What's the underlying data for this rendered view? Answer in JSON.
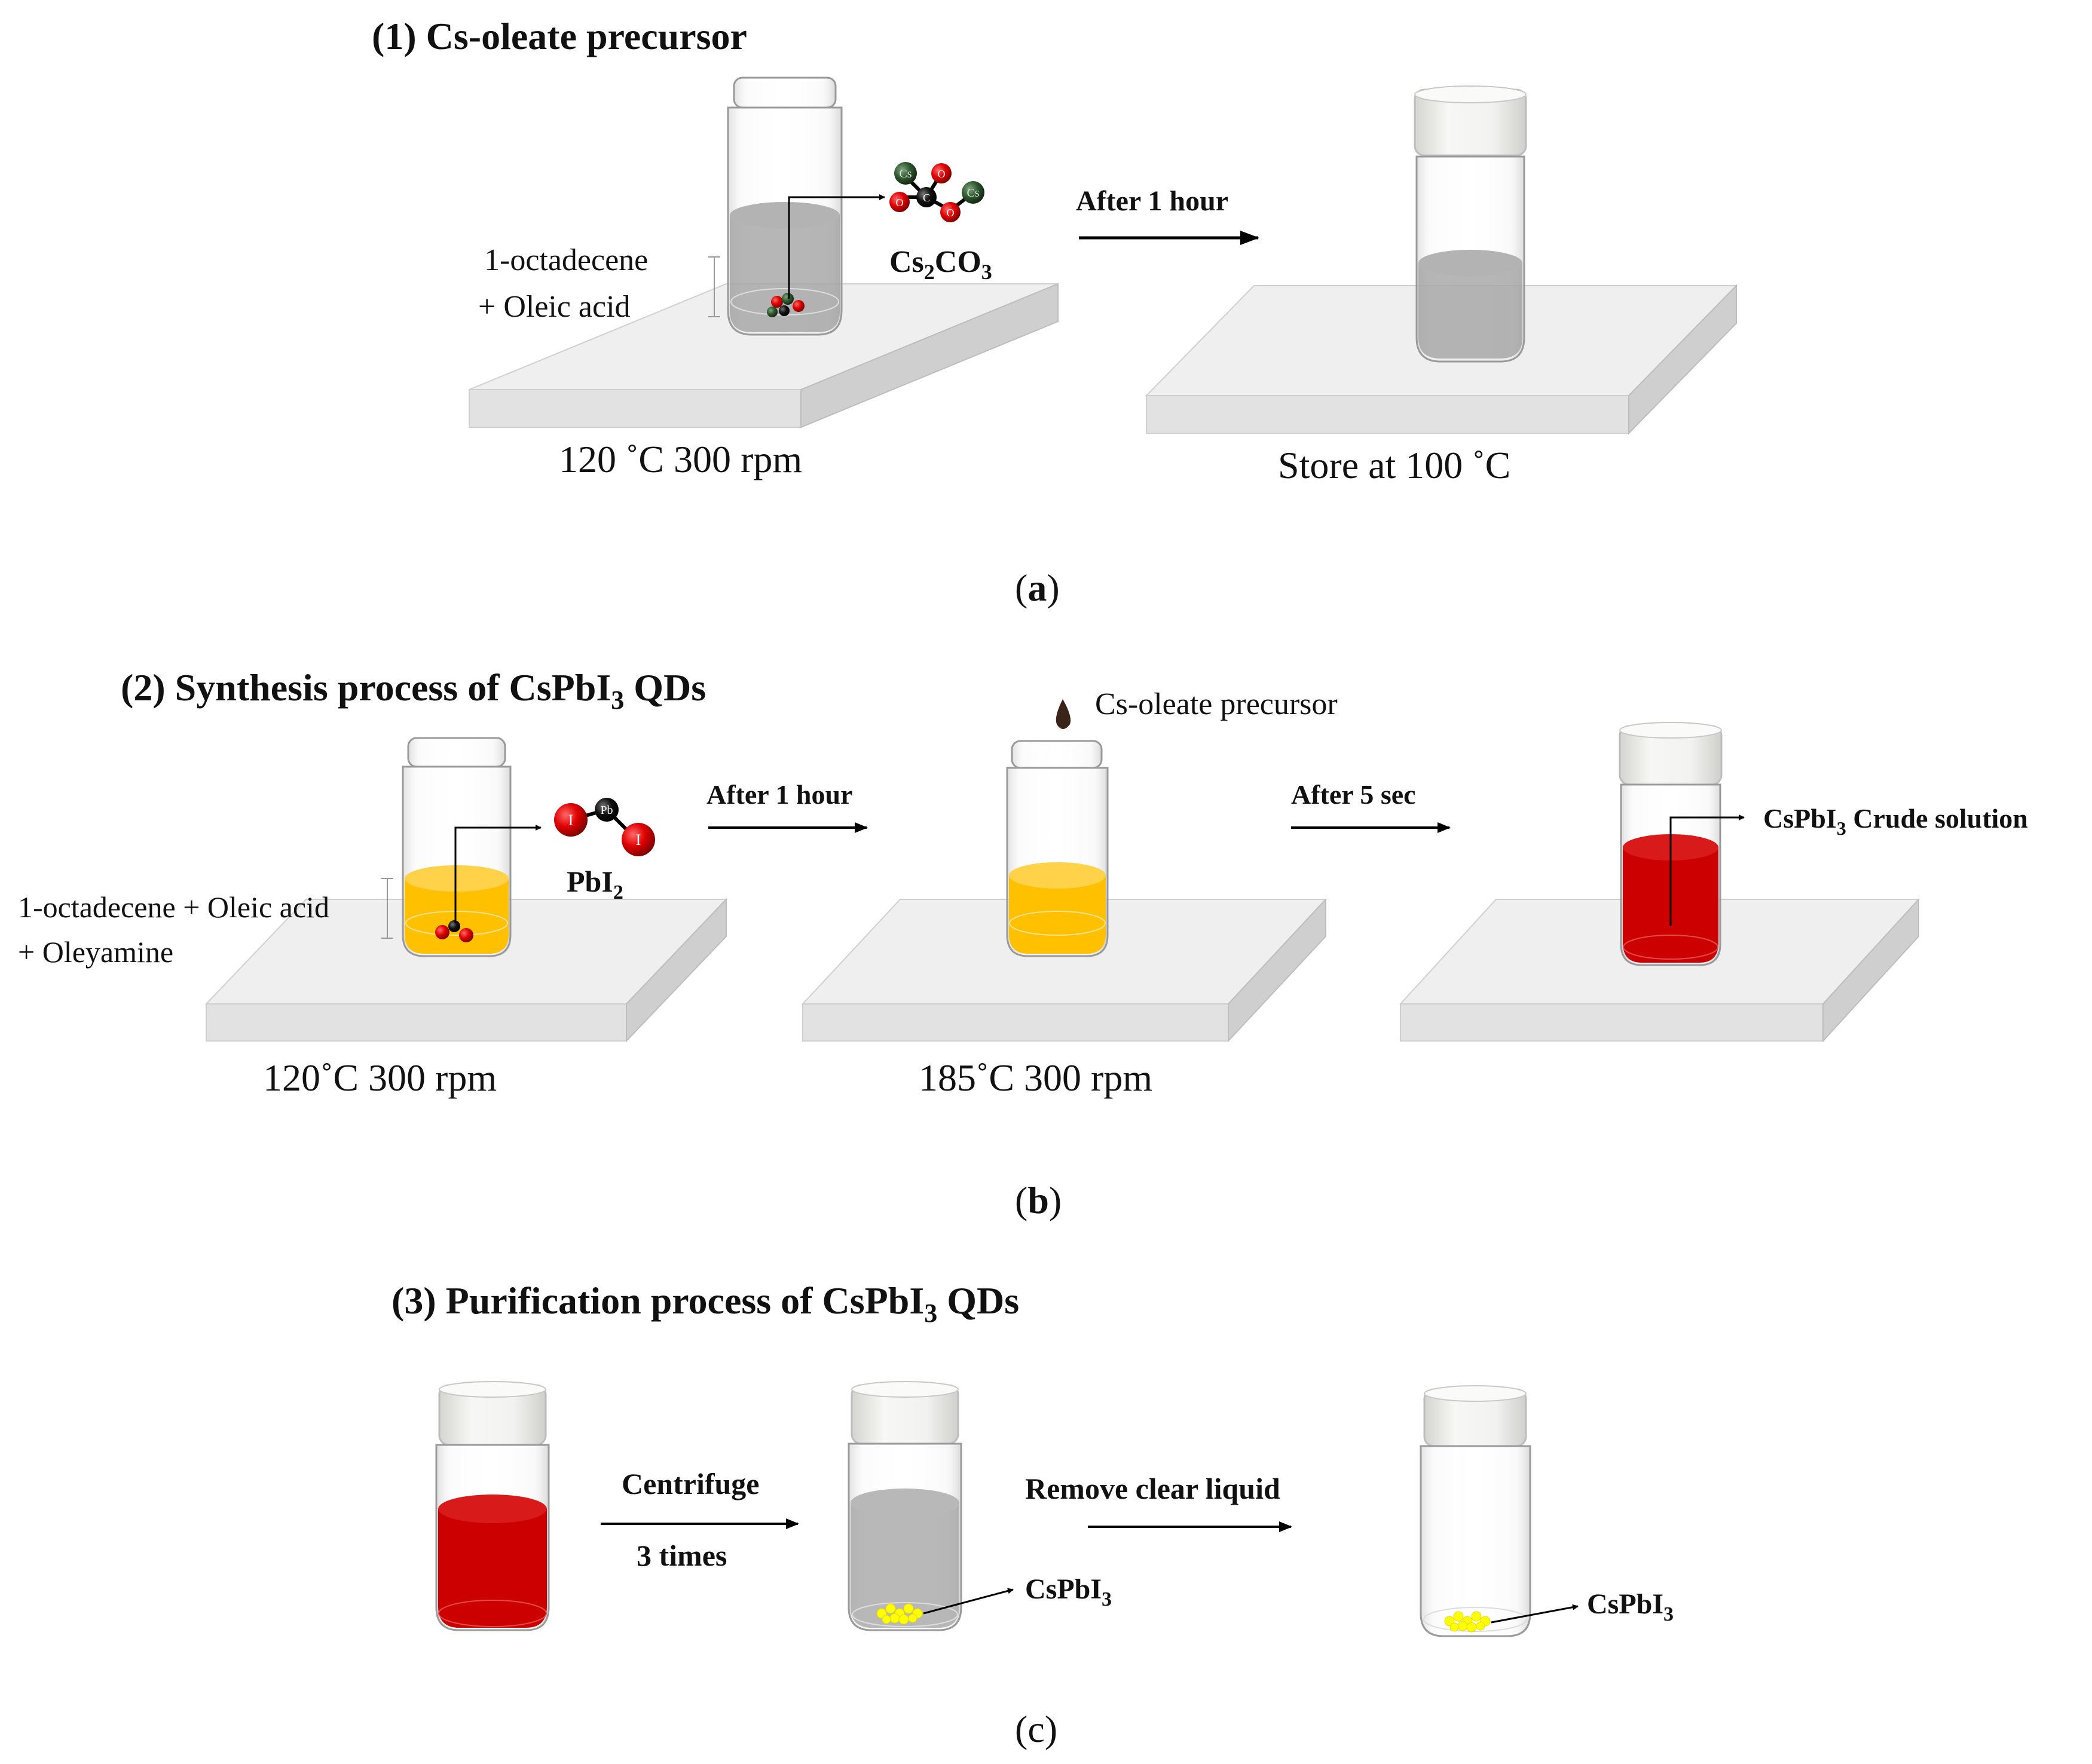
{
  "panel_a": {
    "title": "(1) Cs-oleate precursor",
    "solvent_line1": "1-octadecene",
    "solvent_line2": "+ Oleic acid",
    "reagent": {
      "text": "Cs",
      "sub": "2",
      "text2": "CO",
      "sub2": "3"
    },
    "molecule_atoms": [
      "Cs",
      "O",
      "O",
      "C",
      "O",
      "Cs"
    ],
    "step_arrow": "After 1 hour",
    "condition_left": "120 ˚C  300 rpm",
    "condition_right": "Store at 100 ˚C",
    "caption_open": "(",
    "caption_letter": "a",
    "caption_close": ")"
  },
  "panel_b": {
    "title_pre": "(2) Synthesis process of CsPbI",
    "title_sub": "3",
    "title_post": " QDs",
    "solvent_line1": "1-octadecene + Oleic acid",
    "solvent_line2": "+ Oleyamine",
    "reagent": {
      "text": "PbI",
      "sub": "2"
    },
    "molecule_atoms": [
      "I",
      "Pb",
      "I"
    ],
    "step1": "After 1 hour",
    "drop_label": "Cs-oleate precursor",
    "step2": "After 5 sec",
    "product_pre": "CsPbI",
    "product_sub": "3",
    "product_post": " Crude solution",
    "condition_left": "120˚C  300 rpm",
    "condition_mid": "185˚C  300 rpm",
    "caption_open": "(",
    "caption_letter": "b",
    "caption_close": ")"
  },
  "panel_c": {
    "title_pre": "(3) Purification process of CsPbI",
    "title_sub": "3",
    "title_post": " QDs",
    "step1_top": "Centrifuge",
    "step1_bottom": "3 times",
    "step2": "Remove clear liquid",
    "label1_pre": "CsPbI",
    "label1_sub": "3",
    "label2_pre": "CsPbI",
    "label2_sub": "3",
    "caption": "(c)"
  },
  "colors": {
    "yellow_liquid": "#ffc000",
    "red_liquid": "#cc0000",
    "gray_liquid": "#a6a6a6",
    "precipitate": "#ffff00",
    "hotplate": "#e8e8e8",
    "cap": "#f0f0ee"
  }
}
